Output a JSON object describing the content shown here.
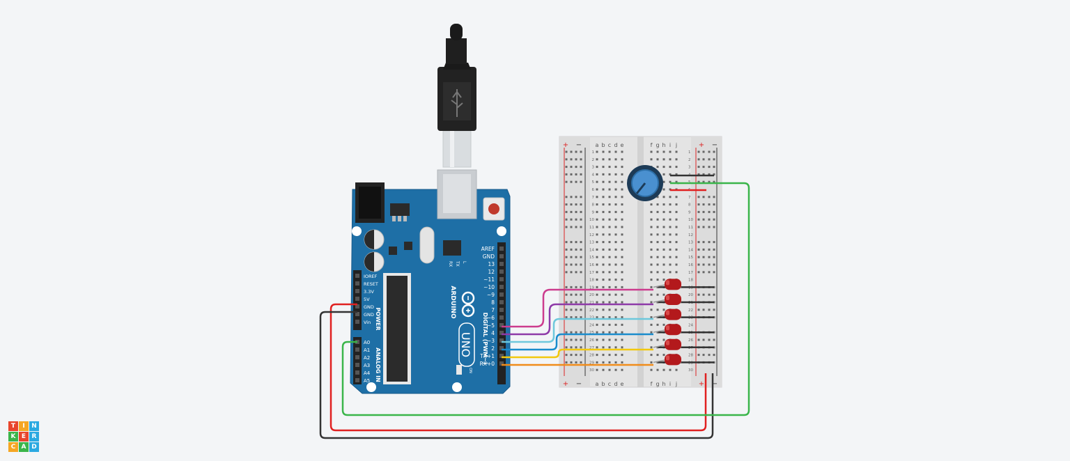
{
  "arduino": {
    "brand": "ARDUINO",
    "model": "UNO",
    "power_header_labels": [
      "IOREF",
      "RESET",
      "3.3V",
      "5V",
      "GND",
      "GND",
      "Vin"
    ],
    "power_title": "POWER",
    "analog_header_labels": [
      "A0",
      "A1",
      "A2",
      "A3",
      "A4",
      "A5"
    ],
    "analog_title": "ANALOG IN",
    "digital_header_labels": [
      "AREF",
      "GND",
      "13",
      "12",
      "~11",
      "~10",
      "~9",
      "8",
      "7",
      "~6",
      "~5",
      "4",
      "~3",
      "2",
      "TX+1",
      "RX+0"
    ],
    "digital_title": "DIGITAL (PWM~)",
    "led_labels": [
      "RX",
      "TX",
      "L"
    ],
    "on_label": "ON"
  },
  "breadboard": {
    "column_letters_left": [
      "a",
      "b",
      "c",
      "d",
      "e"
    ],
    "column_letters_right": [
      "f",
      "g",
      "h",
      "i",
      "j"
    ],
    "row_numbers": [
      "1",
      "2",
      "3",
      "4",
      "5",
      "6",
      "7",
      "8",
      "9",
      "10",
      "11",
      "12",
      "13",
      "14",
      "15",
      "16",
      "17",
      "18",
      "19",
      "20",
      "21",
      "22",
      "23",
      "24",
      "25",
      "26",
      "27",
      "28",
      "29",
      "30"
    ],
    "rail_plus": "+",
    "rail_minus": "−"
  },
  "logo": {
    "letters": [
      "T",
      "I",
      "N",
      "K",
      "E",
      "R",
      "C",
      "A",
      "D"
    ]
  },
  "colors": {
    "background": "#f3f5f7",
    "board": "#1e6fa6",
    "wire_pink": "#cc3c8e",
    "wire_purple": "#8e3aa8",
    "wire_lightblue": "#6ec8dc",
    "wire_blue": "#1a8ccc",
    "wire_yellow": "#f2c80f",
    "wire_orange": "#f08c1a",
    "wire_red": "#e02020",
    "wire_black": "#333333",
    "wire_green": "#3ab54a",
    "led": "#b3191c",
    "logo_tiles": [
      "#e8452c",
      "#f5a623",
      "#2ba9e1",
      "#3ab54a",
      "#e8452c",
      "#2ba9e1",
      "#f5a623",
      "#3ab54a",
      "#2ba9e1"
    ]
  }
}
